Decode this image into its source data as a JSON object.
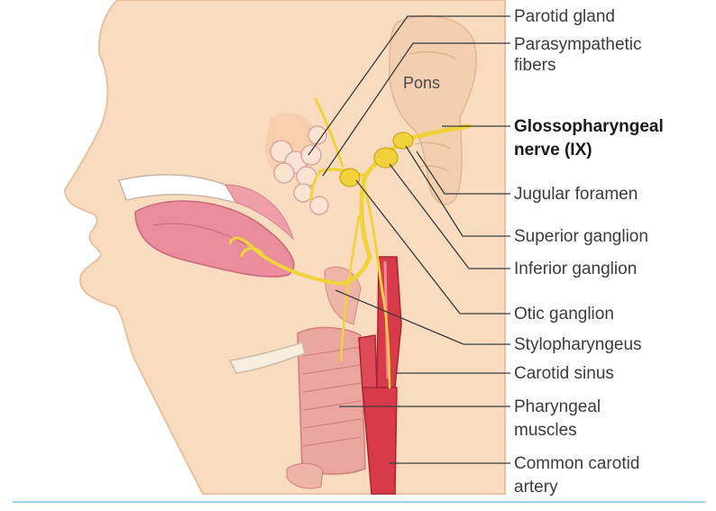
{
  "labels": {
    "parotid_gland": "Parotid gland",
    "parasympathetic_1": "Parasympathetic",
    "parasympathetic_2": "fibers",
    "glosso_1": "Glossopharyngeal",
    "glosso_2": "nerve (IX)",
    "jugular_foramen": "Jugular foramen",
    "superior_ganglion": "Superior ganglion",
    "inferior_ganglion": "Inferior ganglion",
    "otic_ganglion": "Otic ganglion",
    "stylopharyngeus": "Stylopharyngeus",
    "carotid_sinus": "Carotid sinus",
    "pharyngeal_1": "Pharyngeal",
    "pharyngeal_2": "muscles",
    "common_carotid_1": "Common carotid",
    "common_carotid_2": "artery",
    "pons": "Pons"
  },
  "colors": {
    "skin": "#f9dcc0",
    "nerve": "#f0d23a",
    "artery": "#d83a4a",
    "muscle": "#e9a0a0",
    "tongue": "#e98c9c",
    "brainstem": "#f1cfb0",
    "leader": "#3a3a3a"
  }
}
